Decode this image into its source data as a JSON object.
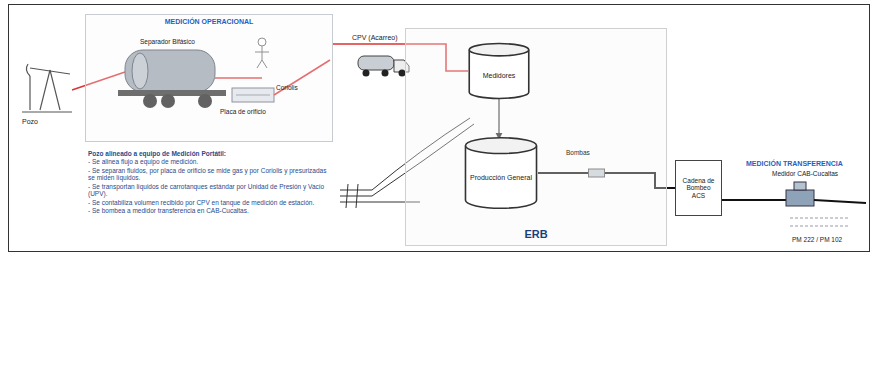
{
  "diagram": {
    "nodes": [
      {
        "text": [
          "MEDICIÓN OPERACIONAL"
        ]
      },
      {
        "text": [
          "ERB"
        ]
      },
      {
        "text": [
          "Medidores"
        ],
        "in": 1
      },
      {
        "text": [
          "Producción General"
        ],
        "in": 1
      },
      {
        "text": [
          "Cadena de Bombeo ACS"
        ]
      }
    ],
    "edges": [
      {
        "from": 0,
        "to": 2,
        "arrow": "none"
      },
      {
        "from": 2,
        "to": 3,
        "arrow": "to"
      },
      {
        "from": 3,
        "to": 4,
        "arrow": "none"
      }
    ],
    "labels": [
      "Pozo",
      "Separador Bifásico",
      "Coriolis",
      "Placa de orificio",
      "CPV (Acarreo)",
      "Bombas",
      "MEDICIÓN TRANSFERENCIA",
      "Medidor CAB-Cucaltas",
      "PM 222 / PM 102",
      "Pozo alineado a equipo de Medición Portátil:",
      "- Se alinea flujo a equipo de medición.",
      "- Se separan fluidos, por placa de orificio se mide gas y por Coriolis y presurizadas se miden líquidos.",
      "- Se transportan líquidos de carrotanques estándar por Unidad de Presión y Vacío (UPV).",
      "- Se contabiliza volumen recibido por CPV en tanque de medición de estación.",
      "- Se bombea a medidor transferencia en CAB-Cucaltas."
    ]
  }
}
